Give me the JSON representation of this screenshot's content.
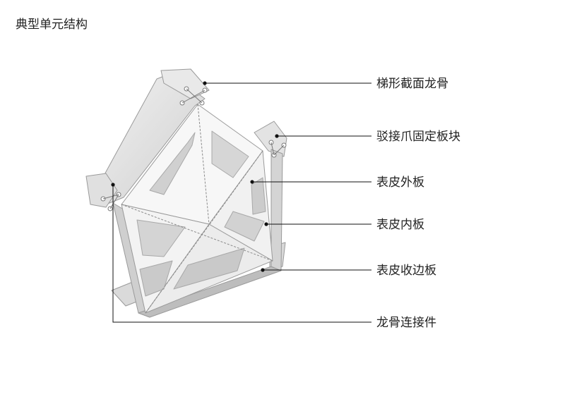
{
  "title": "典型单元结构",
  "labels": [
    {
      "id": "trapezoid-keel",
      "text": "梯形截面龙骨"
    },
    {
      "id": "adapter-claw-plate",
      "text": "驳接爪固定板块"
    },
    {
      "id": "outer-skin-panel",
      "text": "表皮外板"
    },
    {
      "id": "inner-skin-panel",
      "text": "表皮内板"
    },
    {
      "id": "skin-edge-panel",
      "text": "表皮收边板"
    },
    {
      "id": "keel-connector",
      "text": "龙骨连接件"
    }
  ],
  "colors": {
    "line": "#111111",
    "panel_light": "#f6f6f6",
    "panel_mid": "#e6e6e6",
    "panel_shadow": "#cfcfcf",
    "panel_dark": "#b9b9b9",
    "edge": "#9a9a9a"
  }
}
